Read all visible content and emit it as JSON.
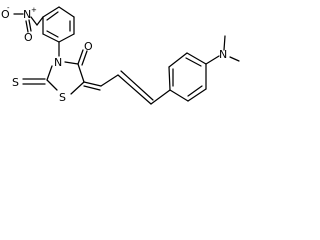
{
  "molecule": {
    "atoms": {
      "nitro_o_minus": "O",
      "nitro_o_minus_charge": "-",
      "nitro_n": "N",
      "nitro_n_charge": "+",
      "nitro_o_double": "O",
      "ring_n": "N",
      "carbonyl_o": "O",
      "thione_s": "S",
      "ring_s": "S",
      "amine_n": "N"
    }
  },
  "colors": {
    "bond": "#000000",
    "label": "#000000",
    "background": "#ffffff"
  }
}
